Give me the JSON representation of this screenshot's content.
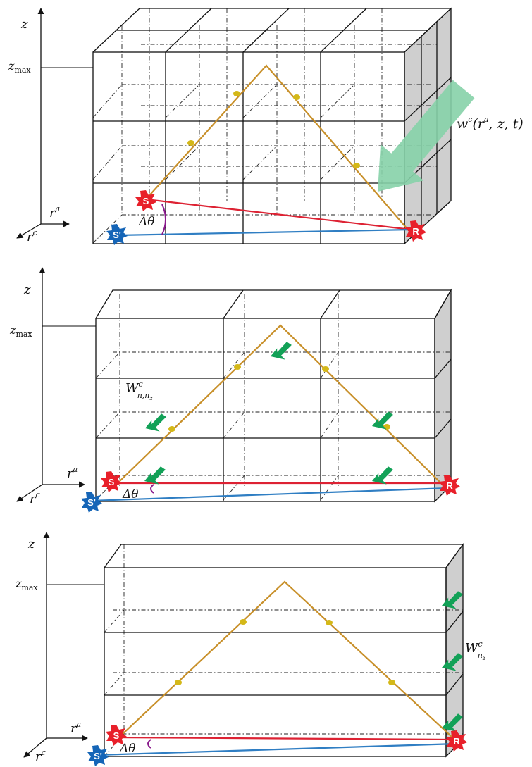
{
  "panel_1": {
    "axis_z": "z",
    "axis_ra": "r",
    "axis_ra_sup": "a",
    "axis_rc": "r",
    "axis_rc_sup": "c",
    "zmax_main": "z",
    "zmax_sub": "max",
    "source_label": "S",
    "image_source_label": "S'",
    "receiver_label": "R",
    "dtheta_label": "Δθ",
    "wind_label": "w",
    "wind_label_sup": "c",
    "wind_label_args": "(r",
    "wind_label_args_sup": "a",
    "wind_label_args_rest": ", z, t)"
  },
  "panel_2": {
    "axis_z": "z",
    "axis_ra": "r",
    "axis_ra_sup": "a",
    "axis_rc": "r",
    "axis_rc_sup": "c",
    "zmax_main": "z",
    "zmax_sub": "max",
    "source_label": "S",
    "image_source_label": "S'",
    "receiver_label": "R",
    "dtheta_label": "Δθ",
    "wind_label": "W",
    "wind_label_sup": "c",
    "wind_label_sub": "n,n",
    "wind_label_subsub": "z"
  },
  "panel_3": {
    "axis_z": "z",
    "axis_ra": "r",
    "axis_ra_sup": "a",
    "axis_rc": "r",
    "axis_rc_sup": "c",
    "zmax_main": "z",
    "zmax_sub": "max",
    "source_label": "S",
    "image_source_label": "S'",
    "receiver_label": "R",
    "dtheta_label": "Δθ",
    "wind_label": "W",
    "wind_label_sup": "c",
    "wind_label_sub": "n",
    "wind_label_subsub": "z"
  },
  "colors": {
    "grid_line": "#111111",
    "dash_line": "#222222",
    "side_face": "#cfcfcf",
    "ray_path": "#c8902a",
    "ray_dot": "#d4b818",
    "direct_path": "#dd2233",
    "image_path": "#2f7ec3",
    "source_fill": "#e8202a",
    "image_source_fill": "#1565b7",
    "receiver_fill": "#e8202a",
    "angle_arc": "#8a1a8c",
    "wind_arrow": "#12a157",
    "wind_arrow_faded": "#86d2a9"
  }
}
